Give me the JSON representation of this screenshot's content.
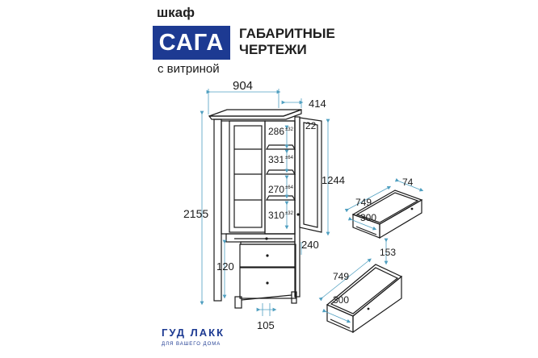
{
  "header": {
    "category": "шкаф",
    "brand": "САГА",
    "subtitle": "с витриной",
    "heading_line1": "ГАБАРИТНЫЕ",
    "heading_line2": "ЧЕРТЕЖИ"
  },
  "cabinet_dims": {
    "width": "904",
    "depth": "414",
    "height": "2155",
    "door_offset": "22",
    "showcase_height": "1244",
    "drawer_section": "240",
    "plinth": "120",
    "leg_width": "105",
    "shelf_1": "286",
    "shelf_1_tol": "±32",
    "shelf_2": "331",
    "shelf_2_tol": "±64",
    "shelf_3": "270",
    "shelf_3_tol": "±64",
    "shelf_4": "310",
    "shelf_4_tol": "±32"
  },
  "small_drawer": {
    "depth": "749",
    "width": "300",
    "height": "74"
  },
  "large_drawer": {
    "depth": "749",
    "width": "300",
    "height": "153"
  },
  "logo": {
    "main": "ГУД ЛАКК",
    "sub": "ДЛЯ ВАШЕГО ДОМА"
  },
  "colors": {
    "brand_blue": "#1d3a92",
    "line": "#1a1a1a",
    "dim_line": "#4f9fc0"
  }
}
